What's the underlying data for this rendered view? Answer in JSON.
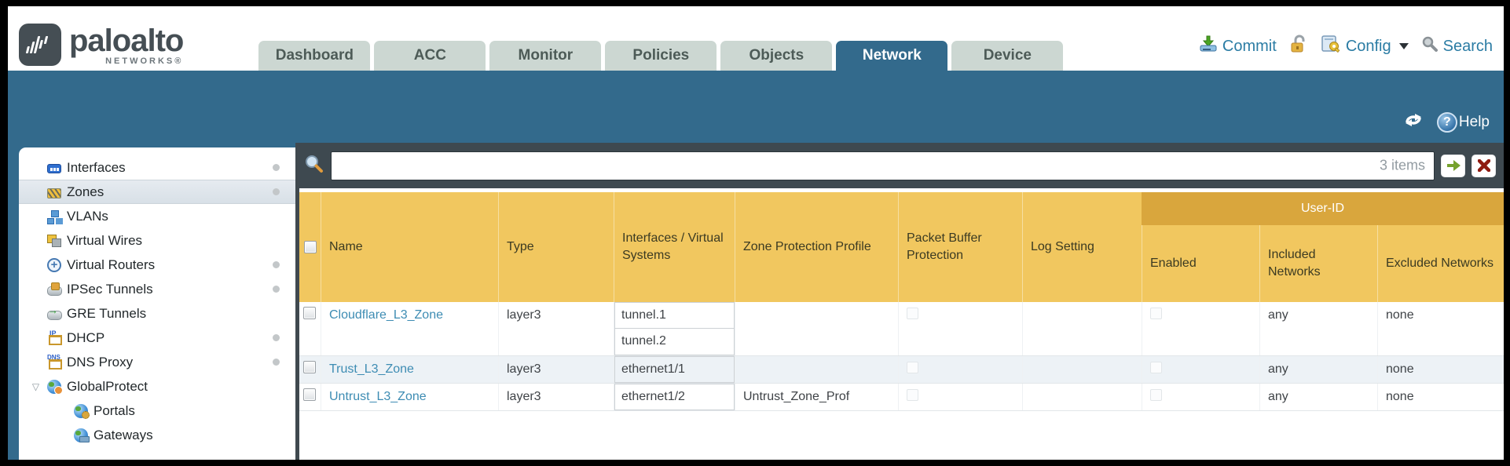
{
  "brand": {
    "name": "paloalto",
    "sub": "NETWORKS®"
  },
  "tabs": [
    {
      "label": "Dashboard",
      "active": false
    },
    {
      "label": "ACC",
      "active": false
    },
    {
      "label": "Monitor",
      "active": false
    },
    {
      "label": "Policies",
      "active": false
    },
    {
      "label": "Objects",
      "active": false
    },
    {
      "label": "Network",
      "active": true
    },
    {
      "label": "Device",
      "active": false
    }
  ],
  "toolbar": {
    "commit": "Commit",
    "config": "Config",
    "search": "Search",
    "icons": [
      "commit-icon",
      "lock-icon",
      "config-icon",
      "chevron-down-icon",
      "search-icon"
    ]
  },
  "band": {
    "help": "Help",
    "icons": [
      "refresh-icon",
      "help-icon"
    ]
  },
  "sidebar": {
    "items": [
      {
        "icon": "interfaces-icon",
        "label": "Interfaces",
        "dot": true,
        "selected": false,
        "indent": false,
        "expander": false
      },
      {
        "icon": "zones-icon",
        "label": "Zones",
        "dot": true,
        "selected": true,
        "indent": false,
        "expander": false
      },
      {
        "icon": "vlans-icon",
        "label": "VLANs",
        "dot": false,
        "selected": false,
        "indent": false,
        "expander": false
      },
      {
        "icon": "virtual-wires-icon",
        "label": "Virtual Wires",
        "dot": false,
        "selected": false,
        "indent": false,
        "expander": false
      },
      {
        "icon": "virtual-routers-icon",
        "label": "Virtual Routers",
        "dot": true,
        "selected": false,
        "indent": false,
        "expander": false
      },
      {
        "icon": "ipsec-tunnels-icon",
        "label": "IPSec Tunnels",
        "dot": true,
        "selected": false,
        "indent": false,
        "expander": false
      },
      {
        "icon": "gre-tunnels-icon",
        "label": "GRE Tunnels",
        "dot": false,
        "selected": false,
        "indent": false,
        "expander": false
      },
      {
        "icon": "dhcp-icon",
        "label": "DHCP",
        "dot": true,
        "selected": false,
        "indent": false,
        "expander": false
      },
      {
        "icon": "dns-proxy-icon",
        "label": "DNS Proxy",
        "dot": true,
        "selected": false,
        "indent": false,
        "expander": false
      },
      {
        "icon": "globalprotect-icon",
        "label": "GlobalProtect",
        "dot": false,
        "selected": false,
        "indent": false,
        "expander": true
      },
      {
        "icon": "portals-icon",
        "label": "Portals",
        "dot": false,
        "selected": false,
        "indent": true,
        "expander": false
      },
      {
        "icon": "gateways-icon",
        "label": "Gateways",
        "dot": false,
        "selected": false,
        "indent": true,
        "expander": false
      }
    ]
  },
  "filter": {
    "value": "",
    "count": "3 items"
  },
  "table": {
    "group_header": "User-ID",
    "columns": {
      "name": "Name",
      "type": "Type",
      "interfaces": "Interfaces / Virtual Systems",
      "zone_protection_profile": "Zone Protection Profile",
      "packet_buffer_protection": "Packet Buffer Protection",
      "log_setting": "Log Setting",
      "enabled": "Enabled",
      "included_networks": "Included Networks",
      "excluded_networks": "Excluded Networks"
    },
    "rows": [
      {
        "name": "Cloudflare_L3_Zone",
        "type": "layer3",
        "interfaces": [
          "tunnel.1",
          "tunnel.2"
        ],
        "zone_protection_profile": "",
        "log_setting": "",
        "included_networks": "any",
        "excluded_networks": "none",
        "alt": false
      },
      {
        "name": "Trust_L3_Zone",
        "type": "layer3",
        "interfaces": [
          "ethernet1/1"
        ],
        "zone_protection_profile": "",
        "log_setting": "",
        "included_networks": "any",
        "excluded_networks": "none",
        "alt": true
      },
      {
        "name": "Untrust_L3_Zone",
        "type": "layer3",
        "interfaces": [
          "ethernet1/2"
        ],
        "zone_protection_profile": "Untrust_Zone_Prof",
        "log_setting": "",
        "included_networks": "any",
        "excluded_networks": "none",
        "alt": false
      }
    ]
  },
  "colors": {
    "teal": "#336a8c",
    "slate": "#3e4950",
    "header_gold": "#f1c75f",
    "group_gold": "#d9a63d",
    "link_blue": "#3d8cb3",
    "tab_inactive": "#ccd7d2"
  }
}
